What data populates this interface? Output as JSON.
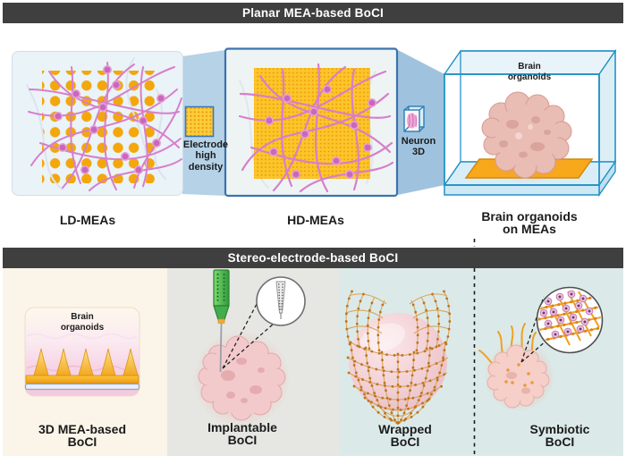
{
  "figure": {
    "top": {
      "header": "Planar MEA-based BoCI",
      "ld_label": "LD-MEAs",
      "hd_label": "HD-MEAs",
      "box_label": "Brain organoids on MEAs",
      "box_inner_label": "Brain organoids",
      "electrode_label": "Electrode high density",
      "neuron_label": "Neuron 3D"
    },
    "bottom": {
      "header": "Stereo-electrode-based BoCI",
      "p1_label": "3D MEA-based BoCI",
      "p1_inner_label": "Brain organoids",
      "p2_label": "Implantable BoCI",
      "p3_label": "Wrapped BoCI",
      "p4_label": "Symbiotic BoCI"
    },
    "colors": {
      "header_bg": "#3f3f3f",
      "electrode_orange": "#f3a70c",
      "mea_grid_gold": "#fcc62a",
      "neuron_pink": "#d77fca",
      "beam_blue": "#a8cbe3",
      "hd_border_blue": "#3c72ad",
      "box_blue": "#2292c5",
      "organoid_pink": "#f2c8ca",
      "probe_green": "#3db04b",
      "mesh_orange": "#d8a55b",
      "panel_cream": "#fbf5e9",
      "panel_gray": "#e6e7e3",
      "panel_teal": "#dbeae8"
    }
  }
}
